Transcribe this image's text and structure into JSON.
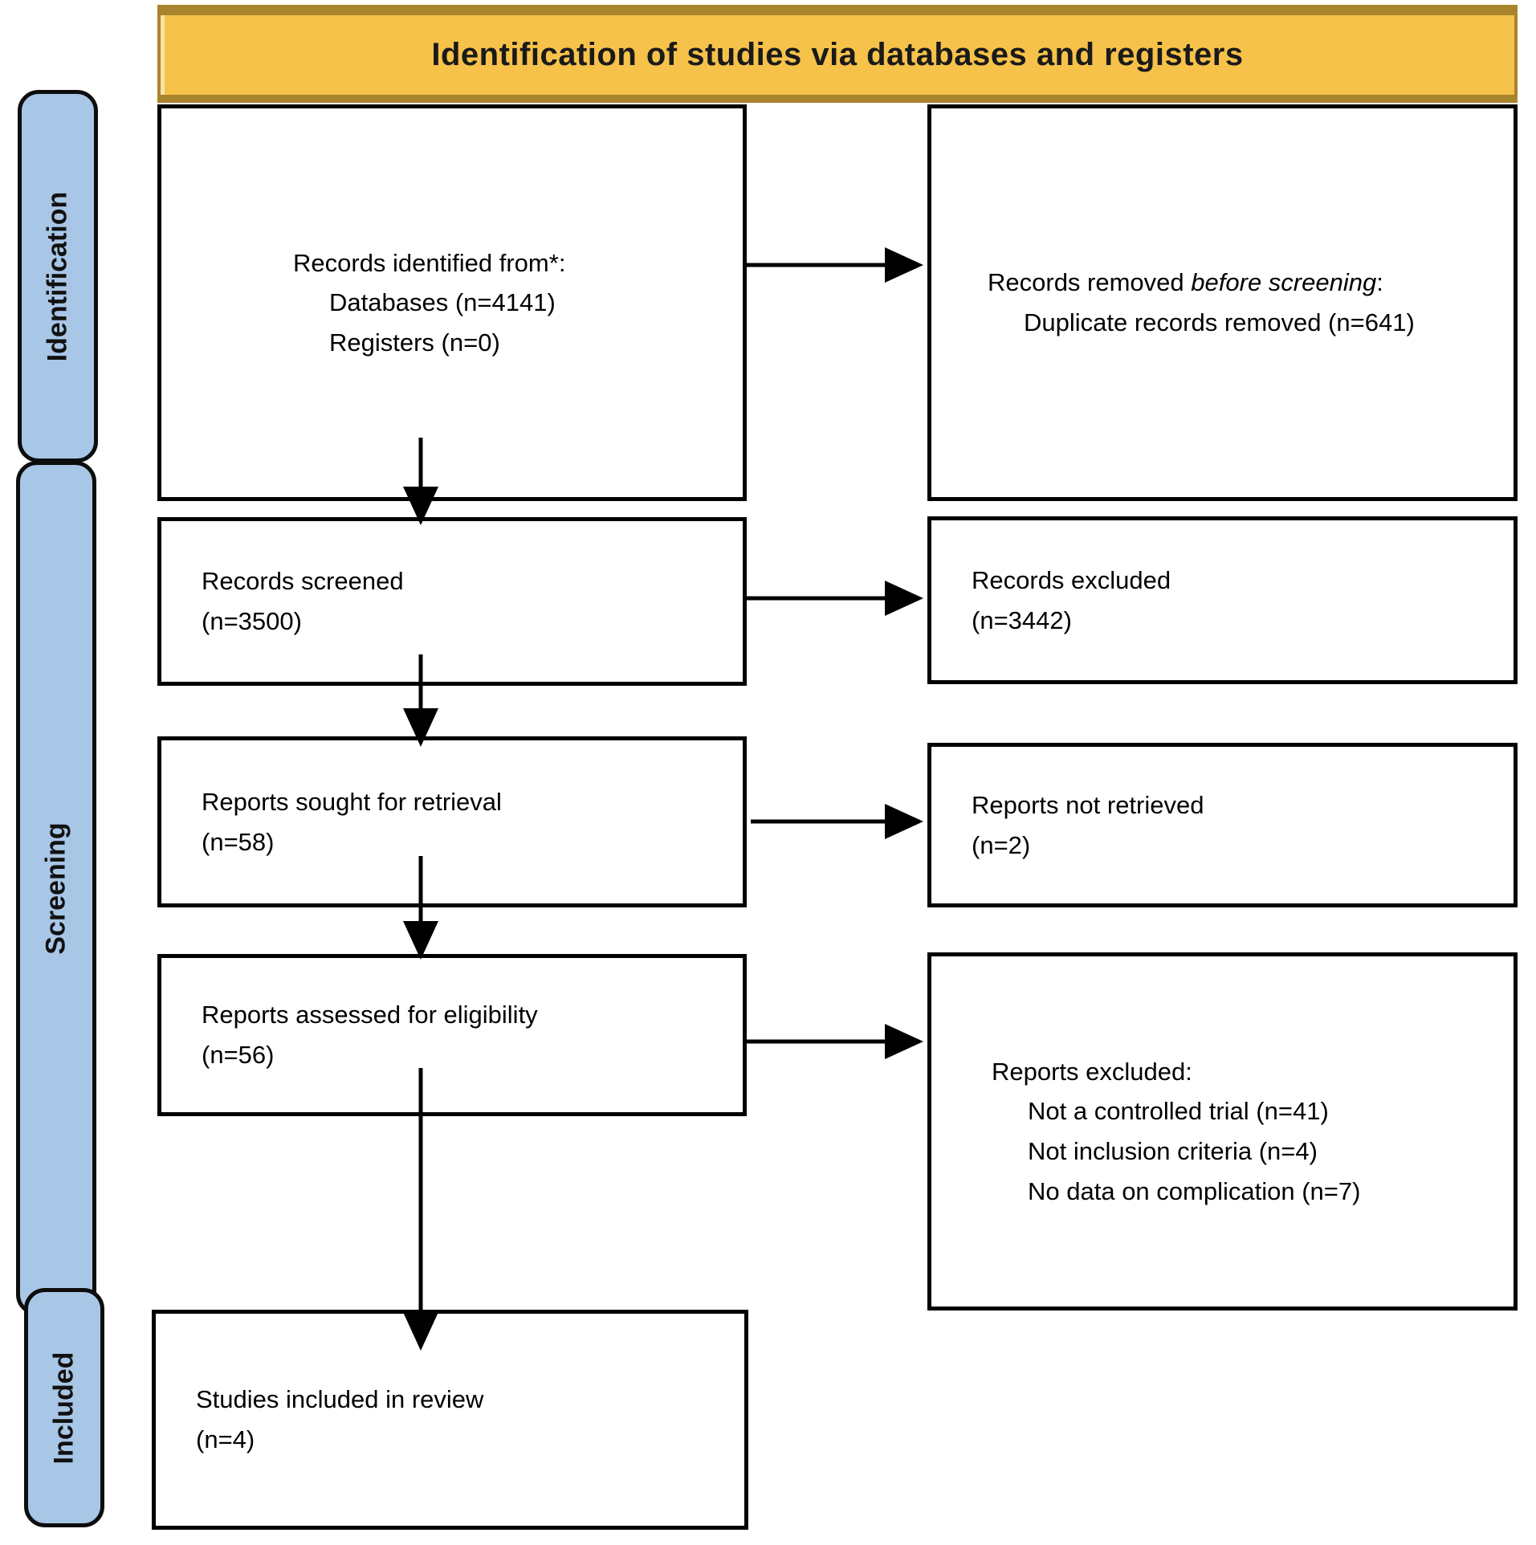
{
  "header": {
    "title": "Identification of studies via databases and registers"
  },
  "colors": {
    "banner_fill": "#F6C24A",
    "banner_border": "#A9842C",
    "stage_bar_fill": "#A8C6E6",
    "box_border": "#000000",
    "arrow": "#000000"
  },
  "stages": {
    "identification": "Identification",
    "screening": "Screening",
    "included": "Included"
  },
  "boxes": {
    "records_identified": {
      "title": "Records identified from*:",
      "items": [
        "Databases (n=4141)",
        "Registers (n=0)"
      ]
    },
    "records_removed": {
      "title_prefix": "Records removed ",
      "title_emphasis": "before screening",
      "title_suffix": ":",
      "items": [
        "Duplicate records removed (n=641)"
      ]
    },
    "records_screened": {
      "line1": "Records screened",
      "line2": "(n=3500)"
    },
    "records_excluded": {
      "line1": "Records excluded",
      "line2": "(n=3442)"
    },
    "reports_sought": {
      "line1": "Reports sought for retrieval",
      "line2": "(n=58)"
    },
    "reports_not_retrieved": {
      "line1": "Reports not retrieved",
      "line2": "(n=2)"
    },
    "reports_assessed": {
      "line1": "Reports assessed for eligibility",
      "line2": "(n=56)"
    },
    "reports_excluded": {
      "title": "Reports excluded:",
      "items": [
        "Not a controlled trial (n=41)",
        "Not inclusion criteria (n=4)",
        "No data on complication (n=7)"
      ]
    },
    "studies_included": {
      "line1": "Studies included in review",
      "line2": "(n=4)"
    }
  }
}
